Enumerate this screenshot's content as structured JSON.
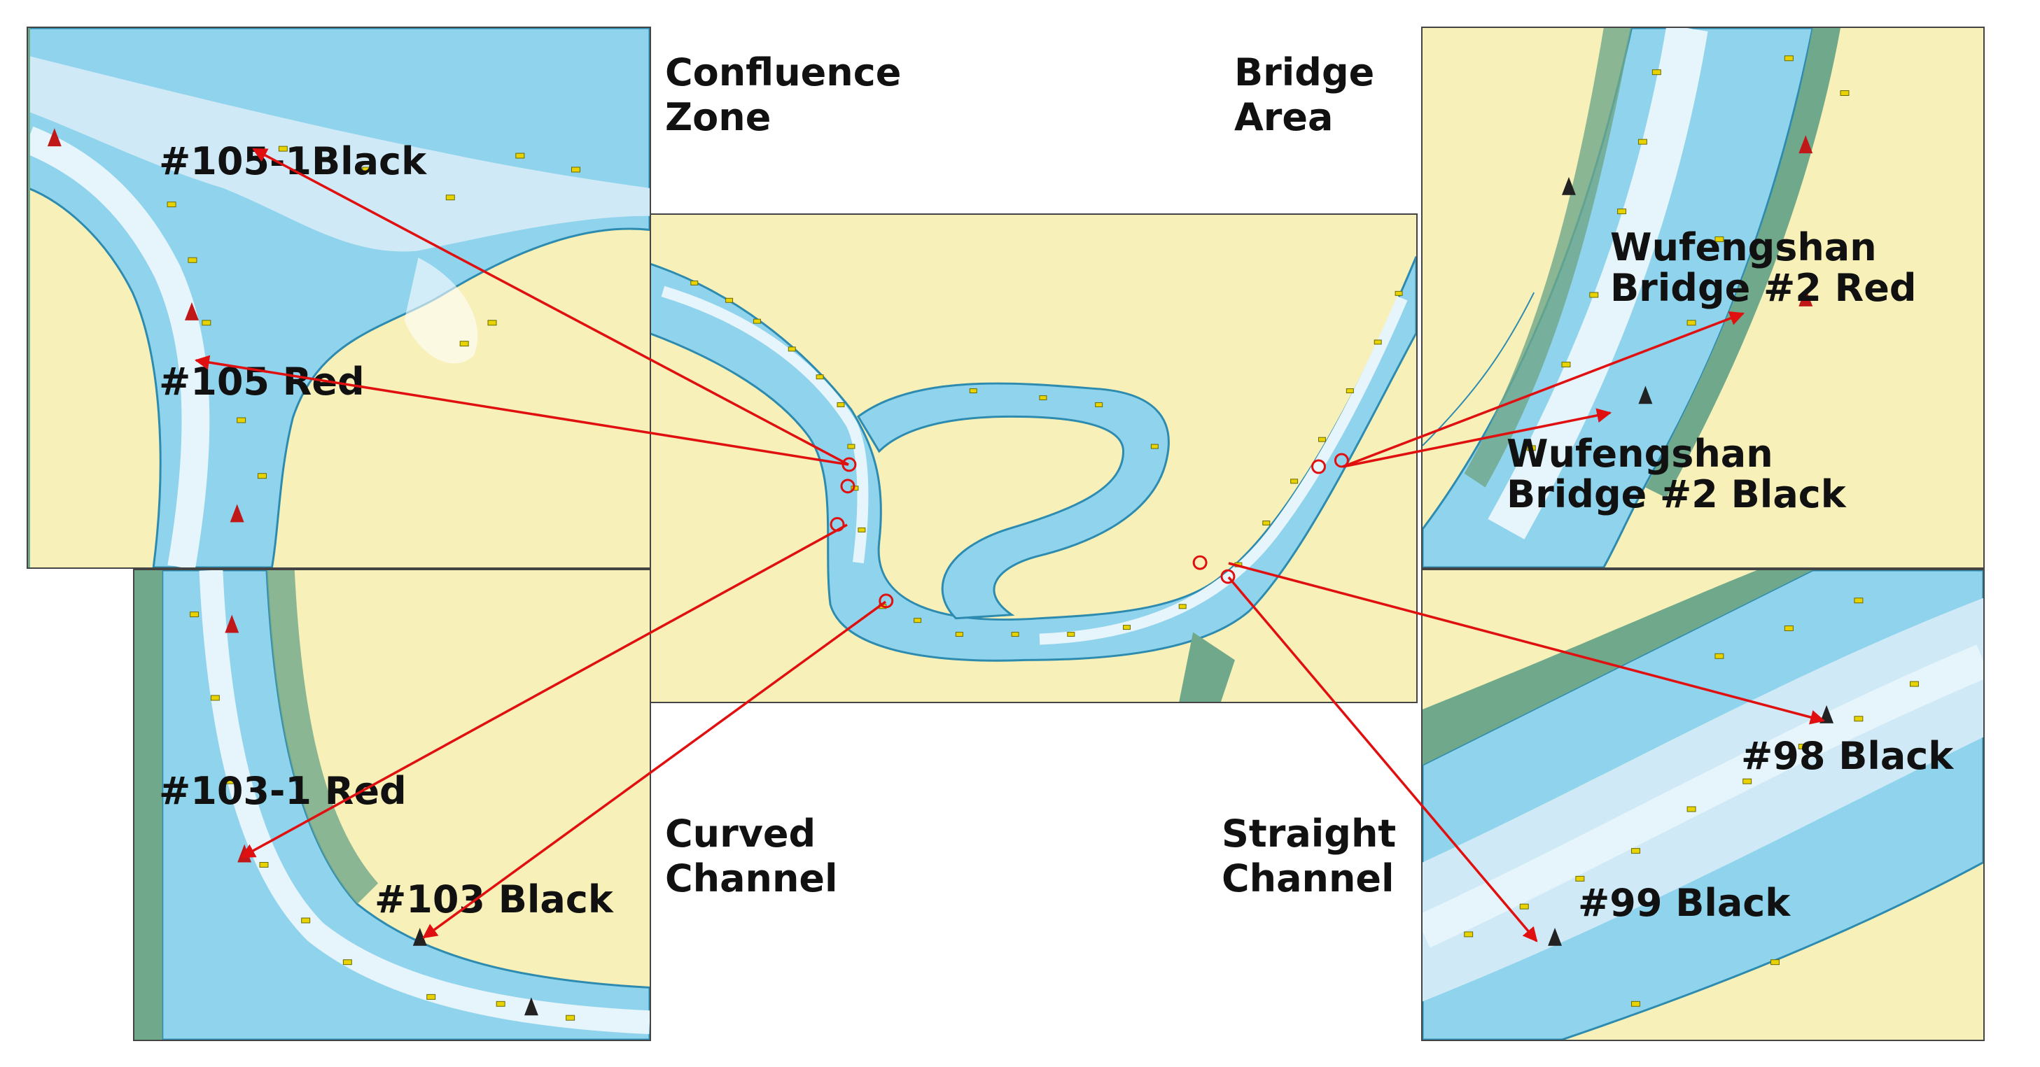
{
  "zones": {
    "confluence": [
      "Confluence",
      "Zone"
    ],
    "bridge": [
      "Bridge",
      "Area"
    ],
    "curved": [
      "Curved",
      "Channel"
    ],
    "straight": [
      "Straight",
      "Channel"
    ]
  },
  "buoys": {
    "b105_1": "#105-1Black",
    "b105": "#105 Red",
    "b103_1": "#103-1 Red",
    "b103": "#103 Black",
    "wf_red": [
      "Wufengshan",
      "Bridge #2 Red"
    ],
    "wf_black": [
      "Wufengshan",
      "Bridge #2 Black"
    ],
    "b98": "#98 Black",
    "b99": "#99 Black"
  },
  "colors": {
    "land": "#f7f0b8",
    "deep_water": "#8fd3ec",
    "shallow_water": "#cfeaf6",
    "channel": "#e6f4fb",
    "bank_green": "#6fa88a",
    "arrow": "#e01010"
  }
}
